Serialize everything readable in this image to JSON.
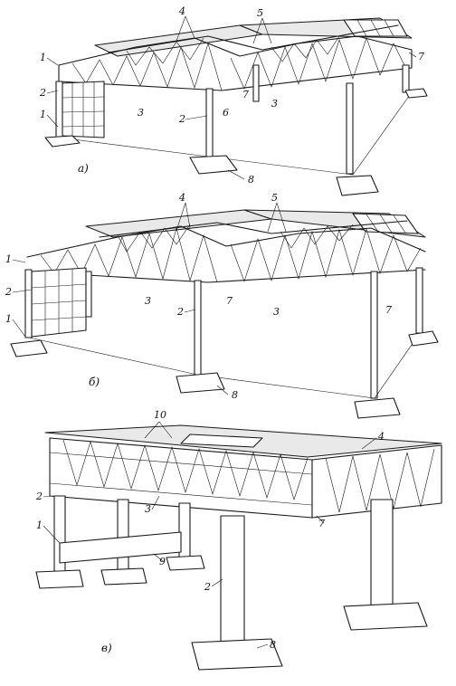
{
  "figure": {
    "panels": [
      {
        "caption": "а)",
        "labels": [
          {
            "text": "1"
          },
          {
            "text": "2"
          },
          {
            "text": "1"
          },
          {
            "text": "3"
          },
          {
            "text": "4"
          },
          {
            "text": "5"
          },
          {
            "text": "6"
          },
          {
            "text": "7"
          },
          {
            "text": "3"
          },
          {
            "text": "7"
          },
          {
            "text": "2"
          },
          {
            "text": "8"
          }
        ]
      },
      {
        "caption": "б)",
        "labels": [
          {
            "text": "1"
          },
          {
            "text": "2"
          },
          {
            "text": "1"
          },
          {
            "text": "3"
          },
          {
            "text": "4"
          },
          {
            "text": "5"
          },
          {
            "text": "7"
          },
          {
            "text": "3"
          },
          {
            "text": "7"
          },
          {
            "text": "2"
          },
          {
            "text": "8"
          }
        ]
      },
      {
        "caption": "в)",
        "labels": [
          {
            "text": "10"
          },
          {
            "text": "4"
          },
          {
            "text": "2"
          },
          {
            "text": "3"
          },
          {
            "text": "7"
          },
          {
            "text": "1"
          },
          {
            "text": "9"
          },
          {
            "text": "2"
          },
          {
            "text": "8"
          }
        ]
      }
    ]
  }
}
